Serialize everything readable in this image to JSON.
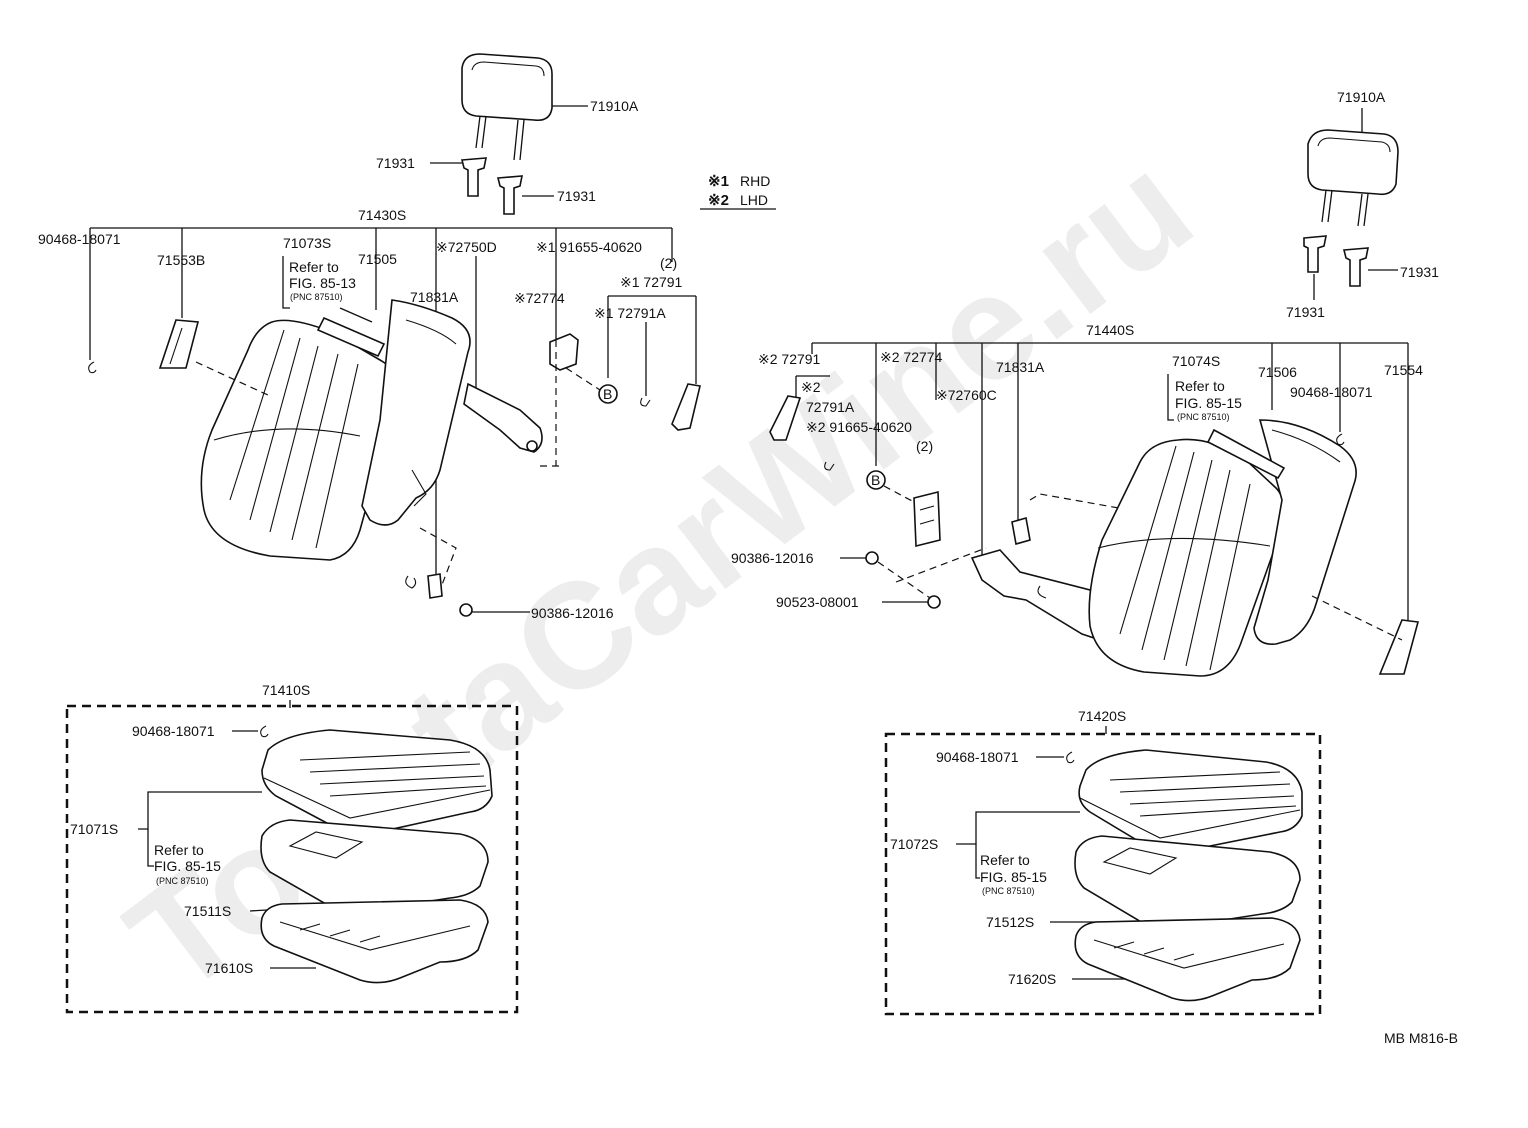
{
  "watermark": "ToyotaCarWine.ru",
  "figure_code": "MB M816-B",
  "legend": {
    "rhd_mark": "※1",
    "rhd_text": "RHD",
    "lhd_mark": "※2",
    "lhd_text": "LHD"
  },
  "right_seat_back": {
    "headrest": "71910A",
    "support_a": "71931",
    "support_b": "71931",
    "assembly": "71430S",
    "clip": "90468-18071",
    "cover_side": "71553B",
    "cover_ref": "71073S",
    "refer_line1": "Refer to",
    "refer_line2": "FIG. 85-13",
    "refer_line3": "(PNC 87510)",
    "pad": "71505",
    "frame": "71831A",
    "recliner": "※72750D",
    "screw": "※1 91655-40620",
    "screw_qty": "(2)",
    "cover_recliner": "※72774",
    "knob": "※1 72791",
    "knob_cover": "※1 72791A",
    "marker_b": "B",
    "bolt": "90386-12016"
  },
  "right_cushion": {
    "assembly": "71410S",
    "clip": "90468-18071",
    "cover": "71071S",
    "refer_line1": "Refer to",
    "refer_line2": "FIG. 85-15",
    "refer_line3": "(PNC 87510)",
    "pad": "71511S",
    "frame": "71610S"
  },
  "left_seat_back": {
    "headrest": "71910A",
    "support_a": "71931",
    "support_b": "71931",
    "assembly": "71440S",
    "knob": "※2 72791",
    "knob_cover_mark": "※2",
    "knob_cover": "72791A",
    "cover_recliner": "※2 72774",
    "recliner": "※72760C",
    "screw": "※2 91665-40620",
    "screw_qty": "(2)",
    "marker_b": "B",
    "frame": "71831A",
    "cover_ref": "71074S",
    "refer_line1": "Refer to",
    "refer_line2": "FIG. 85-15",
    "refer_line3": "(PNC 87510)",
    "pad": "71506",
    "clip": "90468-18071",
    "cover_side": "71554",
    "bolt": "90386-12016",
    "nut": "90523-08001"
  },
  "left_cushion": {
    "assembly": "71420S",
    "clip": "90468-18071",
    "cover": "71072S",
    "refer_line1": "Refer to",
    "refer_line2": "FIG. 85-15",
    "refer_line3": "(PNC 87510)",
    "pad": "71512S",
    "frame": "71620S"
  }
}
